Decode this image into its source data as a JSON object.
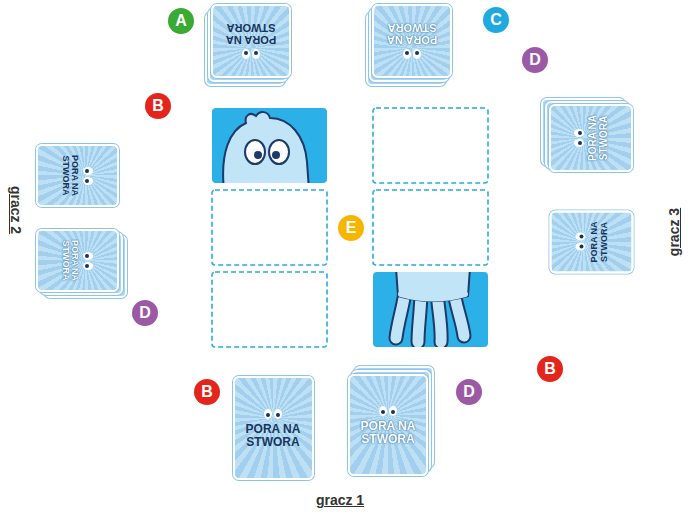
{
  "diagram": {
    "nodes": [
      {
        "text": [
          "A"
        ]
      },
      {
        "text": [
          "PORA NA STWORA"
        ]
      },
      {
        "text": [
          "PORA NA STWORA"
        ]
      },
      {
        "text": [
          "C"
        ]
      },
      {
        "text": [
          "B"
        ]
      },
      {
        "text": [
          "D"
        ]
      },
      {
        "text": [
          "PORA NA STWORA"
        ]
      },
      {
        "text": [
          "PORA NA STWORA"
        ]
      },
      {
        "text": [
          "E"
        ]
      },
      {
        "text": [
          "PORA NA STWORA"
        ]
      },
      {
        "text": [
          "PORA NA STWORA"
        ]
      },
      {
        "text": [
          "D"
        ]
      },
      {
        "text": [
          "B"
        ]
      },
      {
        "text": [
          "B"
        ]
      },
      {
        "text": [
          "PORA NA STWORA"
        ]
      },
      {
        "text": [
          "PORA NA STWORA"
        ]
      },
      {
        "text": [
          "D"
        ]
      }
    ],
    "labels": [
      "gracz 2",
      "gracz 3",
      "gracz 1"
    ]
  }
}
